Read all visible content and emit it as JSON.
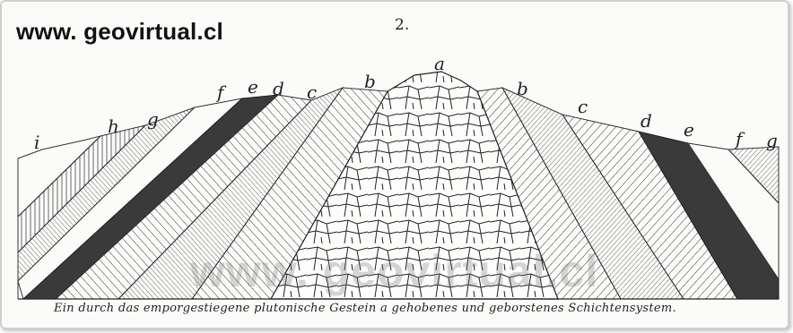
{
  "watermark": "www. geovirtual.cl",
  "figure_number": "2.",
  "layer_labels": {
    "a": "a",
    "b_left": "b",
    "c_left": "c",
    "d_left": "d",
    "e_left": "e",
    "f_left": "f",
    "g_left": "g",
    "h_left": "h",
    "i_left": "i",
    "b_right": "b",
    "c_right": "c",
    "d_right": "d",
    "e_right": "e",
    "f_right": "f",
    "g_right": "g"
  },
  "caption": "Ein durch das emporgestiegene plutonische Gestein a gehobenes und geborstenes Schichtensystem.",
  "colors": {
    "ink": "#222222",
    "dark_band": "#3a3a3a",
    "paper": "#fbfbfa"
  }
}
